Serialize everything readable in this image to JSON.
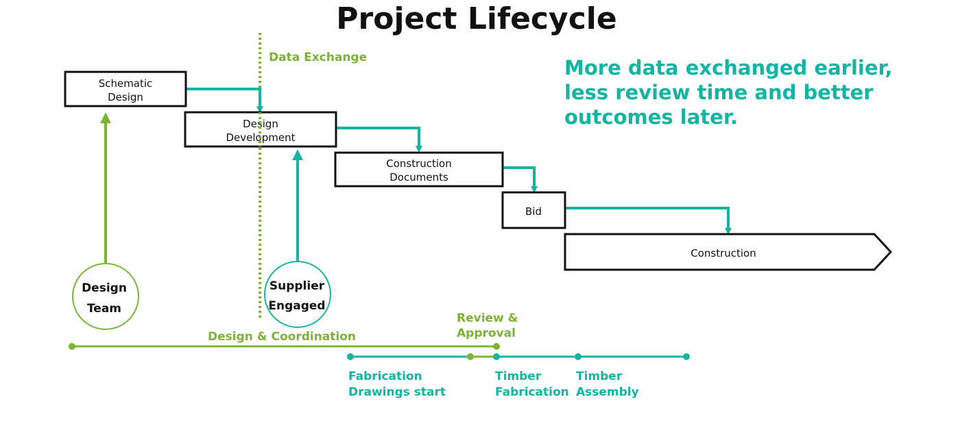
{
  "title": "Project Lifecycle",
  "data_exchange_label": "Data Exchange",
  "tagline": [
    "More data exchanged earlier,",
    "less review time and better",
    "outcomes later."
  ],
  "phases": {
    "schematic": [
      "Schematic",
      "Design"
    ],
    "development": [
      "Design",
      "Development"
    ],
    "documents": [
      "Construction",
      "Documents"
    ],
    "bid": "Bid",
    "construction": "Construction"
  },
  "actors": {
    "design_team": [
      "Design",
      "Team"
    ],
    "supplier": [
      "Supplier",
      "Engaged"
    ]
  },
  "timeline": {
    "design_coordination": "Design & Coordination",
    "review_approval": [
      "Review &",
      "Approval"
    ],
    "fabrication_drawings": [
      "Fabrication",
      "Drawings start"
    ],
    "timber_fabrication": [
      "Timber",
      "Fabrication"
    ],
    "timber_assembly": [
      "Timber",
      "Assembly"
    ]
  },
  "colors": {
    "green": "#7cb332",
    "teal": "#13b5a2",
    "black": "#111111"
  }
}
